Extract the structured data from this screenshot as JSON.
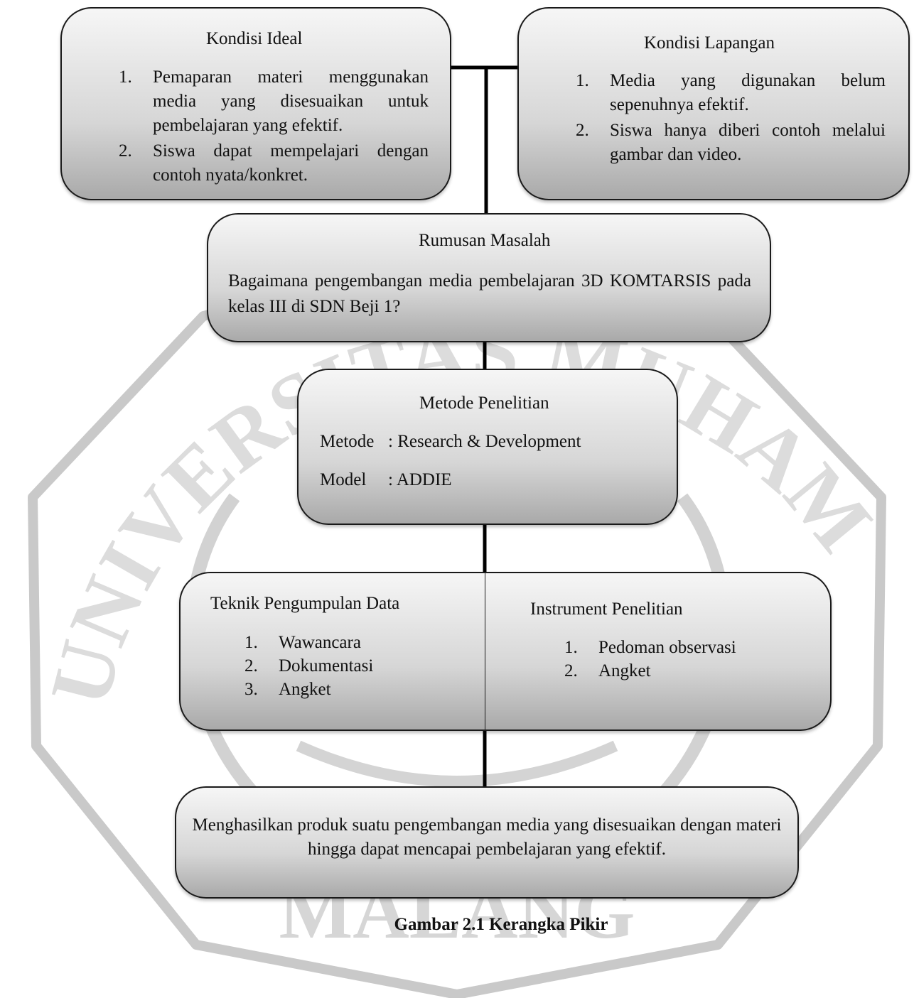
{
  "watermark": {
    "arc_text": "UNIVERSITAS MUHAMMADIYAH",
    "bottom_text": "MALANG"
  },
  "kondisi_ideal": {
    "title": "Kondisi Ideal",
    "items": [
      {
        "num": "1.",
        "text": "Pemaparan materi menggunakan media yang disesuaikan untuk pembelajaran yang efektif."
      },
      {
        "num": "2.",
        "text": "Siswa dapat mempelajari dengan contoh nyata/konkret."
      }
    ]
  },
  "kondisi_lapangan": {
    "title": "Kondisi Lapangan",
    "items": [
      {
        "num": "1.",
        "text": "Media yang digunakan belum sepenuhnya efektif."
      },
      {
        "num": "2.",
        "text": "Siswa hanya diberi contoh melalui gambar dan video."
      }
    ]
  },
  "rumusan_masalah": {
    "title": "Rumusan Masalah",
    "text": "Bagaimana pengembangan media pembelajaran 3D KOMTARSIS pada kelas III di SDN Beji 1?"
  },
  "metode_penelitian": {
    "title": "Metode Penelitian",
    "metode_label": "Metode",
    "metode_value": ": Research & Development",
    "model_label": "Model",
    "model_value": ": ADDIE"
  },
  "teknik_pengumpulan": {
    "title": "Teknik Pengumpulan Data",
    "items": [
      {
        "num": "1.",
        "text": "Wawancara"
      },
      {
        "num": "2.",
        "text": "Dokumentasi"
      },
      {
        "num": "3.",
        "text": "Angket"
      }
    ]
  },
  "instrument_penelitian": {
    "title": "Instrument Penelitian",
    "items": [
      {
        "num": "1.",
        "text": "Pedoman observasi"
      },
      {
        "num": "2.",
        "text": "Angket"
      }
    ]
  },
  "hasil": {
    "text": "Menghasilkan produk suatu pengembangan media yang disesuaikan dengan materi hingga dapat mencapai pembelajaran yang efektif."
  },
  "caption": "Gambar 2.1 Kerangka Pikir"
}
